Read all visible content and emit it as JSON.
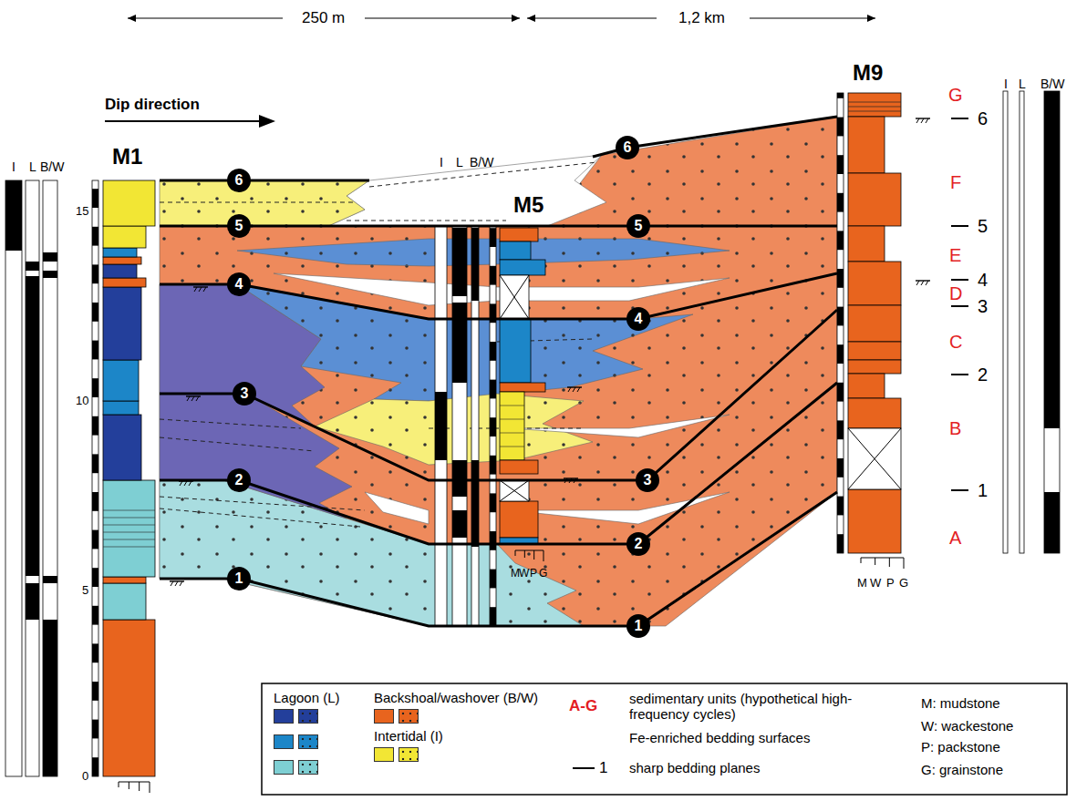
{
  "diagram": {
    "nodes": [
      {
        "text": [
          "6"
        ]
      },
      {
        "text": [
          "5"
        ]
      },
      {
        "text": [
          "4"
        ]
      },
      {
        "text": [
          "3"
        ]
      },
      {
        "text": [
          "2"
        ]
      },
      {
        "text": [
          "1"
        ]
      },
      {
        "text": [
          "6"
        ]
      },
      {
        "text": [
          "5"
        ]
      },
      {
        "text": [
          "4"
        ]
      },
      {
        "text": [
          "3"
        ]
      },
      {
        "text": [
          "2"
        ]
      },
      {
        "text": [
          "1"
        ]
      }
    ],
    "labels": [
      "250 m",
      "1,2 km",
      "Dip direction",
      "M1",
      "M5",
      "M9",
      "I",
      "L",
      "B/W",
      "I",
      "L",
      "B/W",
      "I",
      "L",
      "B/W",
      "15",
      "10",
      "5",
      "0",
      "M",
      "W",
      "P",
      "G",
      "M",
      "W",
      "P",
      "G",
      "G",
      "F",
      "E",
      "D",
      "C",
      "B",
      "A",
      "6",
      "5",
      "4",
      "3",
      "2",
      "1",
      "A-G",
      "1",
      "M: mudstone",
      "W: wackestone",
      "P: packstone",
      "G: grainstone"
    ],
    "legend": [
      {
        "text": "Lagoon (L)",
        "color": "#233f9b"
      },
      {
        "text": "Backshoal/washover (B/W)",
        "color": "#e8641e"
      },
      {
        "text": "Intertidal (I)",
        "color": "#f2e634"
      },
      {
        "text": "sedimentary units (hypothetical high-frequency cycles)"
      },
      {
        "text": "Fe-enriched bedding surfaces"
      },
      {
        "text": "sharp bedding planes"
      }
    ]
  }
}
